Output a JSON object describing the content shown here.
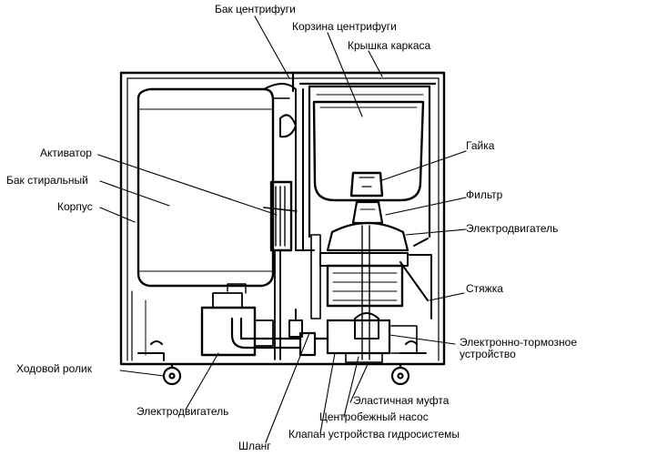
{
  "labels": {
    "spin_tank": "Бак центрифуги",
    "spin_basket": "Корзина центрифуги",
    "frame_lid": "Крышка каркаса",
    "activator": "Активатор",
    "nut": "Гайка",
    "wash_tank": "Бак стиральный",
    "filter": "Фильтр",
    "housing": "Корпус",
    "motor_right": "Электродвигатель",
    "tie_rod": "Стяжка",
    "brake_device": "Электронно-тормозное устройство",
    "caster": "Ходовой ролик",
    "elastic_coupling": "Эластичная муфта",
    "motor_bottom": "Электродвигатель",
    "centrifugal_pump": "Центробежный насос",
    "valve": "Клапан устройства гидросистемы",
    "hose": "Шланг"
  }
}
